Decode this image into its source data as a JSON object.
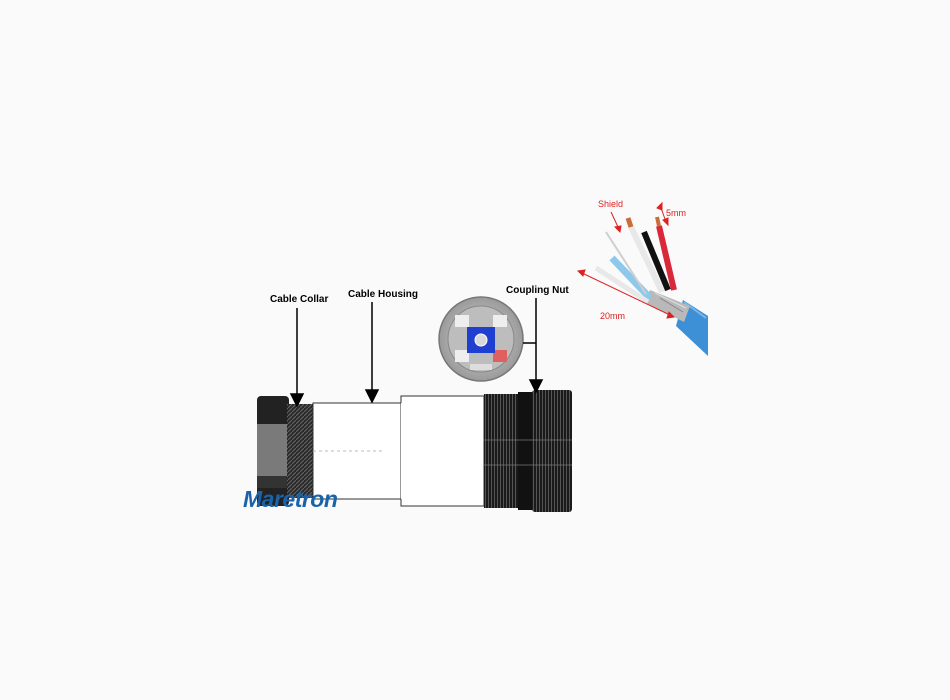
{
  "labels": {
    "cable_collar": "Cable Collar",
    "cable_housing": "Cable Housing",
    "coupling_nut": "Coupling Nut"
  },
  "brand": "Maretron",
  "wire_labels": {
    "shield": "Shield",
    "five_mm": "5mm",
    "twenty_mm": "20mm"
  },
  "colors": {
    "arrow_red": "#dd2222",
    "brand_blue": "#1b63a8",
    "cable_jacket": "#3d8fd6",
    "wire_blue": "#8ec8ea",
    "wire_red": "#d8283a",
    "wire_black": "#111111",
    "wire_white": "#e8e8e8"
  }
}
